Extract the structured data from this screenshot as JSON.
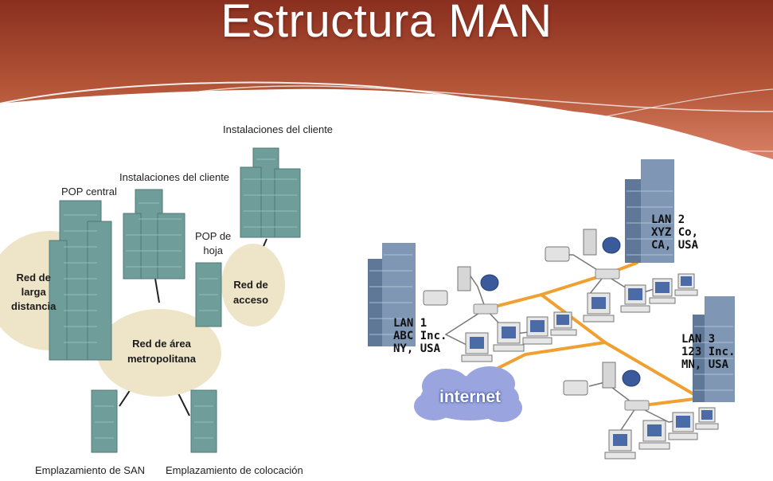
{
  "slide": {
    "title": "Estructura MAN",
    "colors": {
      "header_dark": "#8a2f1f",
      "header_light": "#d4735a",
      "ellipse": "#eee4c8",
      "building": "#6f9e9a",
      "cable": "#f0a030",
      "cloud": "#9aa4de"
    }
  },
  "left_diagram": {
    "labels": {
      "customer_top": "Instalaciones del cliente",
      "customer_mid": "Instalaciones del cliente",
      "pop_central": "POP central",
      "pop_hoja": "POP de\nhoja",
      "long_distance": "Red de\nlarga\ndistancia",
      "access": "Red de\nacceso",
      "metro": "Red de área\nmetropolitana",
      "san": "Emplazamiento de SAN",
      "colocation": "Emplazamiento de colocación"
    }
  },
  "right_diagram": {
    "lan1": "LAN 1\nABC Inc.\nNY, USA",
    "lan2": "LAN 2\nXYZ Co,\nCA, USA",
    "lan3": "LAN 3\n123 Inc.\nMN, USA",
    "cloud": "internet"
  }
}
